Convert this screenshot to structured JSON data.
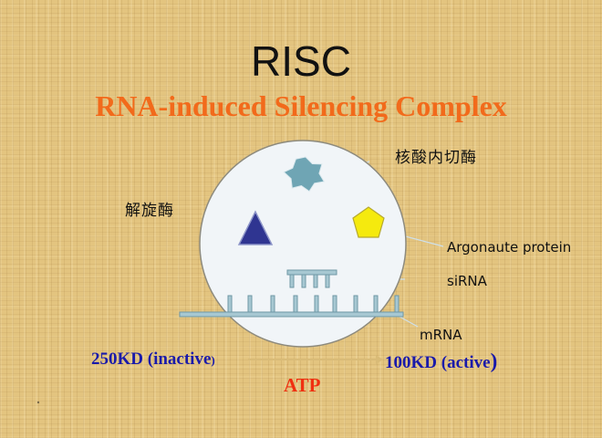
{
  "title": "RISC",
  "subtitle": "RNA-induced Silencing Complex",
  "labels": {
    "endonuclease": "核酸内切酶",
    "helicase": "解旋酶",
    "argonaute": "Argonaute protein",
    "sirna": "siRNA",
    "mrna": "mRNA"
  },
  "states": {
    "inactive": "250KD (inactive",
    "inactive_paren": ")",
    "active": "100KD (active",
    "active_paren": ")"
  },
  "atp": "ATP",
  "colors": {
    "circle_fill": "#f1f5f8",
    "star": "#6fa5b4",
    "triangle": "#2f3591",
    "pentagon": "#f5ea0e",
    "strand": "#a7c8d2"
  }
}
